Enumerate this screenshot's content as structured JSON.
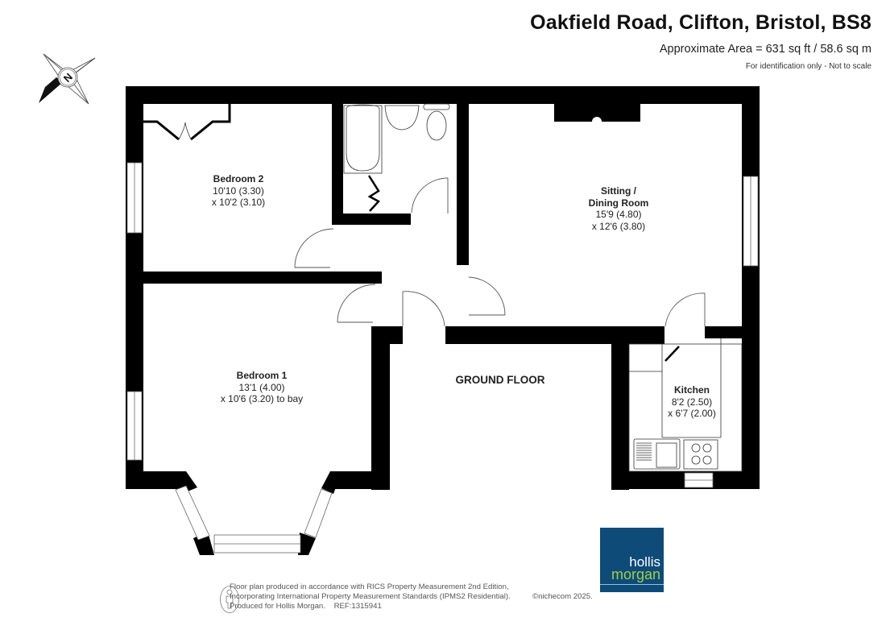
{
  "header": {
    "title": "Oakfield Road, Clifton, Bristol, BS8",
    "area": "Approximate Area = 631 sq ft / 58.6 sq m",
    "disclaimer": "For identification only - Not to scale"
  },
  "compass": {
    "icon": "north-compass-icon",
    "letter": "N"
  },
  "floor": {
    "label": "GROUND FLOOR"
  },
  "rooms": [
    {
      "name": "Bedroom 2",
      "dim1": "10'10 (3.30)",
      "dim2": "x 10'2 (3.10)"
    },
    {
      "name_line1": "Sitting /",
      "name_line2": "Dining Room",
      "dim1": "15'9 (4.80)",
      "dim2": "x 12'6 (3.80)"
    },
    {
      "name": "Bedroom 1",
      "dim1": "13'1 (4.00)",
      "dim2": "x 10'6 (3.20) to bay"
    },
    {
      "name": "Kitchen",
      "dim1": "8'2 (2.50)",
      "dim2": "x 6'7 (2.00)"
    }
  ],
  "footer": {
    "line1": "Floor plan produced in accordance with RICS Property Measurement 2nd Edition,",
    "line2": "Incorporating International Property Measurement Standards (IPMS2 Residential).",
    "line3": "Produced for Hollis Morgan.    REF:1315941",
    "copyright": "©nichecom 2025."
  },
  "logo": {
    "line1": "hollis",
    "line2": "morgan",
    "bg_color": "#0f4b78",
    "accent_color": "#9ccf4a"
  }
}
